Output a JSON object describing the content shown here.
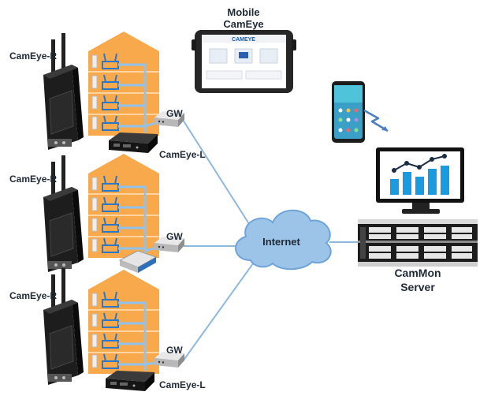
{
  "labels": {
    "mobile_line1": "Mobile",
    "mobile_line2": "CamEye",
    "tablet_brand": "CAMEYE",
    "internet": "Internet",
    "server_line1": "CamMon",
    "server_line2": "Server",
    "site1_router": "CamEye-R",
    "site1_gateway": "GW",
    "site1_recorder": "CamEye-L",
    "site2_router": "CamEye-R",
    "site2_gateway": "GW",
    "site3_router": "CamEye-R",
    "site3_gateway": "GW",
    "site3_recorder": "CamEye-L"
  },
  "colors": {
    "building": "#f7a94b",
    "link": "#8fb8dd",
    "cloud": "#9cc3e8",
    "bars": "#1a9be0",
    "dark_device": "#1d1d1d"
  },
  "icons": {
    "router": "lte-router-icon",
    "gateway": "gateway-box-icon",
    "recorder": "recorder-box-icon",
    "server": "rack-server-icon",
    "monitor": "monitor-chart-icon",
    "phone": "smartphone-icon",
    "tablet": "tablet-icon",
    "wireless": "wireless-bolt-icon",
    "cloud": "cloud-icon"
  }
}
